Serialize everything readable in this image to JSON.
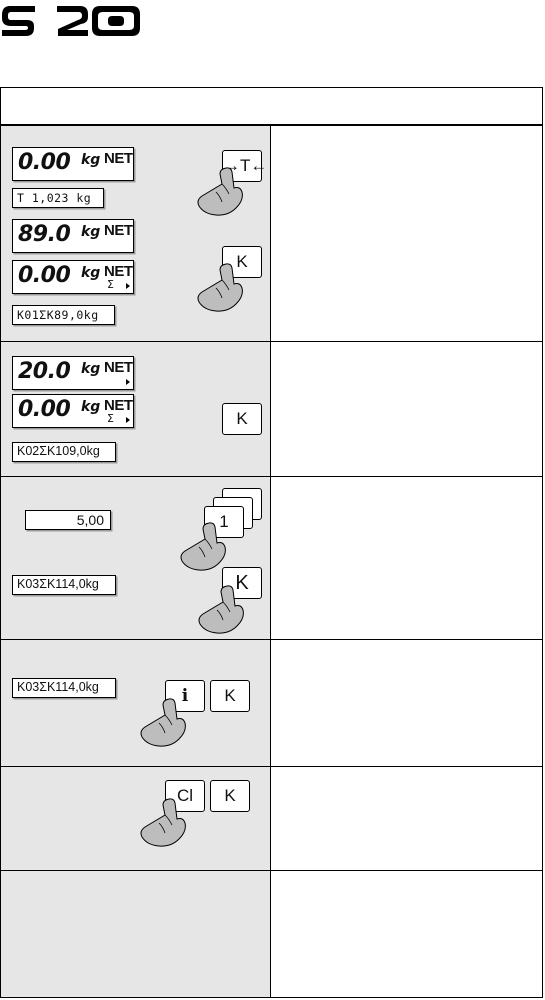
{
  "logo": {
    "text": "S 20"
  },
  "header": {
    "label": ""
  },
  "rows": [
    {
      "displays": [
        {
          "value": "0.00",
          "unit": "kg",
          "annunciator": "NET"
        },
        {
          "text": "T  1,023  kg"
        },
        {
          "value": "89.0",
          "unit": "kg",
          "annunciator": "NET"
        },
        {
          "value": "0.00",
          "unit": "kg",
          "annunciator": "NET",
          "sigma": "Σ"
        },
        {
          "text": "K01ΣK89,0kg"
        }
      ],
      "keys": [
        "→T←",
        "K"
      ]
    },
    {
      "displays": [
        {
          "value": "20.0",
          "unit": "kg",
          "annunciator": "NET"
        },
        {
          "value": "0.00",
          "unit": "kg",
          "annunciator": "NET",
          "sigma": "Σ"
        },
        {
          "text": "K02ΣK109,0kg"
        }
      ],
      "keys": [
        "K"
      ]
    },
    {
      "displays": [
        {
          "text": "5,00"
        },
        {
          "text": "K03ΣK114,0kg"
        }
      ],
      "keys": [
        "1",
        "K"
      ]
    },
    {
      "displays": [
        {
          "text": "K03ΣK114,0kg"
        }
      ],
      "keys": [
        "i",
        "K"
      ]
    },
    {
      "displays": [],
      "keys": [
        "Cl",
        "K"
      ]
    },
    {
      "displays": [],
      "keys": []
    }
  ],
  "colors": {
    "panel": "#e6e6e6",
    "border": "#000000",
    "hand": "#bdbdbd"
  }
}
